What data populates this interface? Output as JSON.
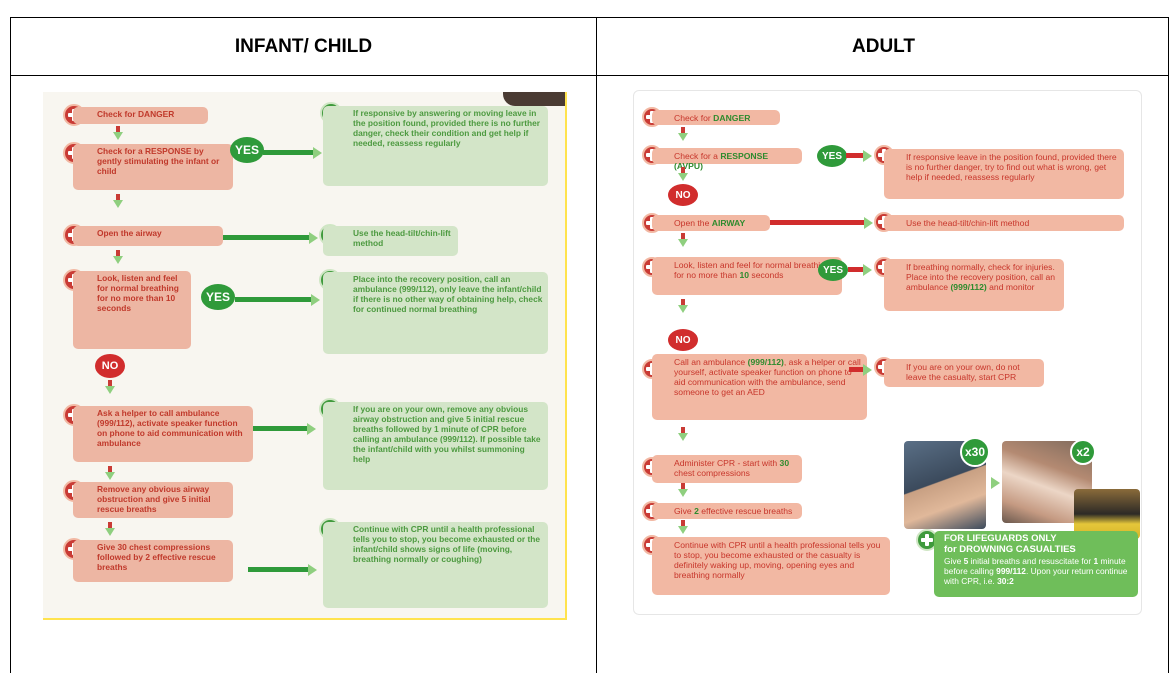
{
  "table": {
    "col_left_header": "INFANT/ CHILD",
    "col_right_header": "ADULT"
  },
  "child": {
    "danger": {
      "pre": "Check for ",
      "hl": "DANGER"
    },
    "response": {
      "pre": "Check for a ",
      "hl": "RESPONSE",
      "post": " by gently stimulating the infant or child"
    },
    "response_yes": "If responsive by answering or moving leave in the position found, provided there is no further danger, check their condition and get help if needed, reassess regularly",
    "airway": "Open the airway",
    "airway_result": "Use the head-tilt/chin-lift method",
    "breathing": {
      "pre": "Look, listen and feel for normal breathing for no more than ",
      "hl": "10 seconds"
    },
    "breathing_yes": "Place into the recovery position, call an ambulance (999/112), only leave the infant/child if there is no other way of obtaining help, check for continued normal breathing",
    "ambulance": {
      "pre": "Ask a helper to call ambulance ",
      "hl": "(999/112)",
      "post": ", activate speaker function on phone to aid communication with ambulance"
    },
    "ambulance_result": "If you are on your own, remove any obvious airway obstruction and give 5 initial rescue breaths followed by 1 minute of CPR before calling an ambulance (999/112). If possible take the infant/child with you whilst summoning help",
    "obstruction": "Remove any obvious airway obstruction and give 5 initial rescue breaths",
    "compressions": {
      "pre": "Give ",
      "hl1": "30 chest compressions",
      "mid": " followed by ",
      "hl2": "2 effective rescue breaths"
    },
    "continue": {
      "pre": "Continue with ",
      "hl": "CPR",
      "post": " until a health professional tells you to stop, you become exhausted or the infant/child shows signs of life (moving, breathing normally or coughing)"
    },
    "yes1": "YES",
    "yes2": "YES",
    "no1": "NO"
  },
  "adult": {
    "danger": {
      "pre": "Check for ",
      "hl": "DANGER"
    },
    "response": {
      "pre": "Check for a ",
      "hl": "RESPONSE (AVPU)"
    },
    "response_yes": "If responsive leave in the position found, provided there is no further danger, try to find out what is wrong, get help if needed, reassess regularly",
    "airway": {
      "pre": "Open the ",
      "hl": "AIRWAY"
    },
    "airway_result": "Use the head-tilt/chin-lift method",
    "breathing": {
      "pre": "Look, listen and feel for normal breathing for no more than ",
      "hl": "10",
      "post": " seconds"
    },
    "breathing_yes": {
      "pre": "If breathing normally, check for injuries.  Place into the recovery position, call an ambulance ",
      "hl": "(999/112)",
      "post": " and monitor"
    },
    "ambulance": {
      "pre": "Call an ambulance ",
      "hl": "(999/112)",
      "post": ", ask a helper or call yourself, activate speaker function on phone to aid communication with the ambulance, send someone to get an AED"
    },
    "alone": "If you are on your own, do not leave the casualty, start CPR",
    "cpr": {
      "pre": "Administer CPR - start with ",
      "hl": "30",
      "post": " chest compressions"
    },
    "breaths": {
      "pre": "Give ",
      "hl": "2",
      "post": " effective rescue breaths"
    },
    "continue": "Continue with CPR until a health professional tells you to stop, you become exhausted or the casualty is definitely waking up, moving, opening eyes and breathing normally",
    "lifeguard_title1": "FOR LIFEGUARDS ONLY",
    "lifeguard_title2": "for DROWNING CASUALTIES",
    "lifeguard_body": {
      "pre": "Give ",
      "hl1": "5",
      "mid1": " initial breaths and resuscitate for ",
      "hl2": "1",
      "mid2": " minute before calling ",
      "hl3": "999/112",
      "mid3": ".  Upon your return continue with CPR, i.e. ",
      "hl4": "30:2"
    },
    "x30": "x30",
    "x2": "x2",
    "yes1": "YES",
    "yes2": "YES",
    "no1": "NO",
    "no2": "NO"
  },
  "colors": {
    "red_box": "#f2b8a3",
    "red_text": "#c7362b",
    "green_box": "#cfe6c4",
    "green": "#2f9a3a",
    "red_icon": "#c93b35"
  }
}
